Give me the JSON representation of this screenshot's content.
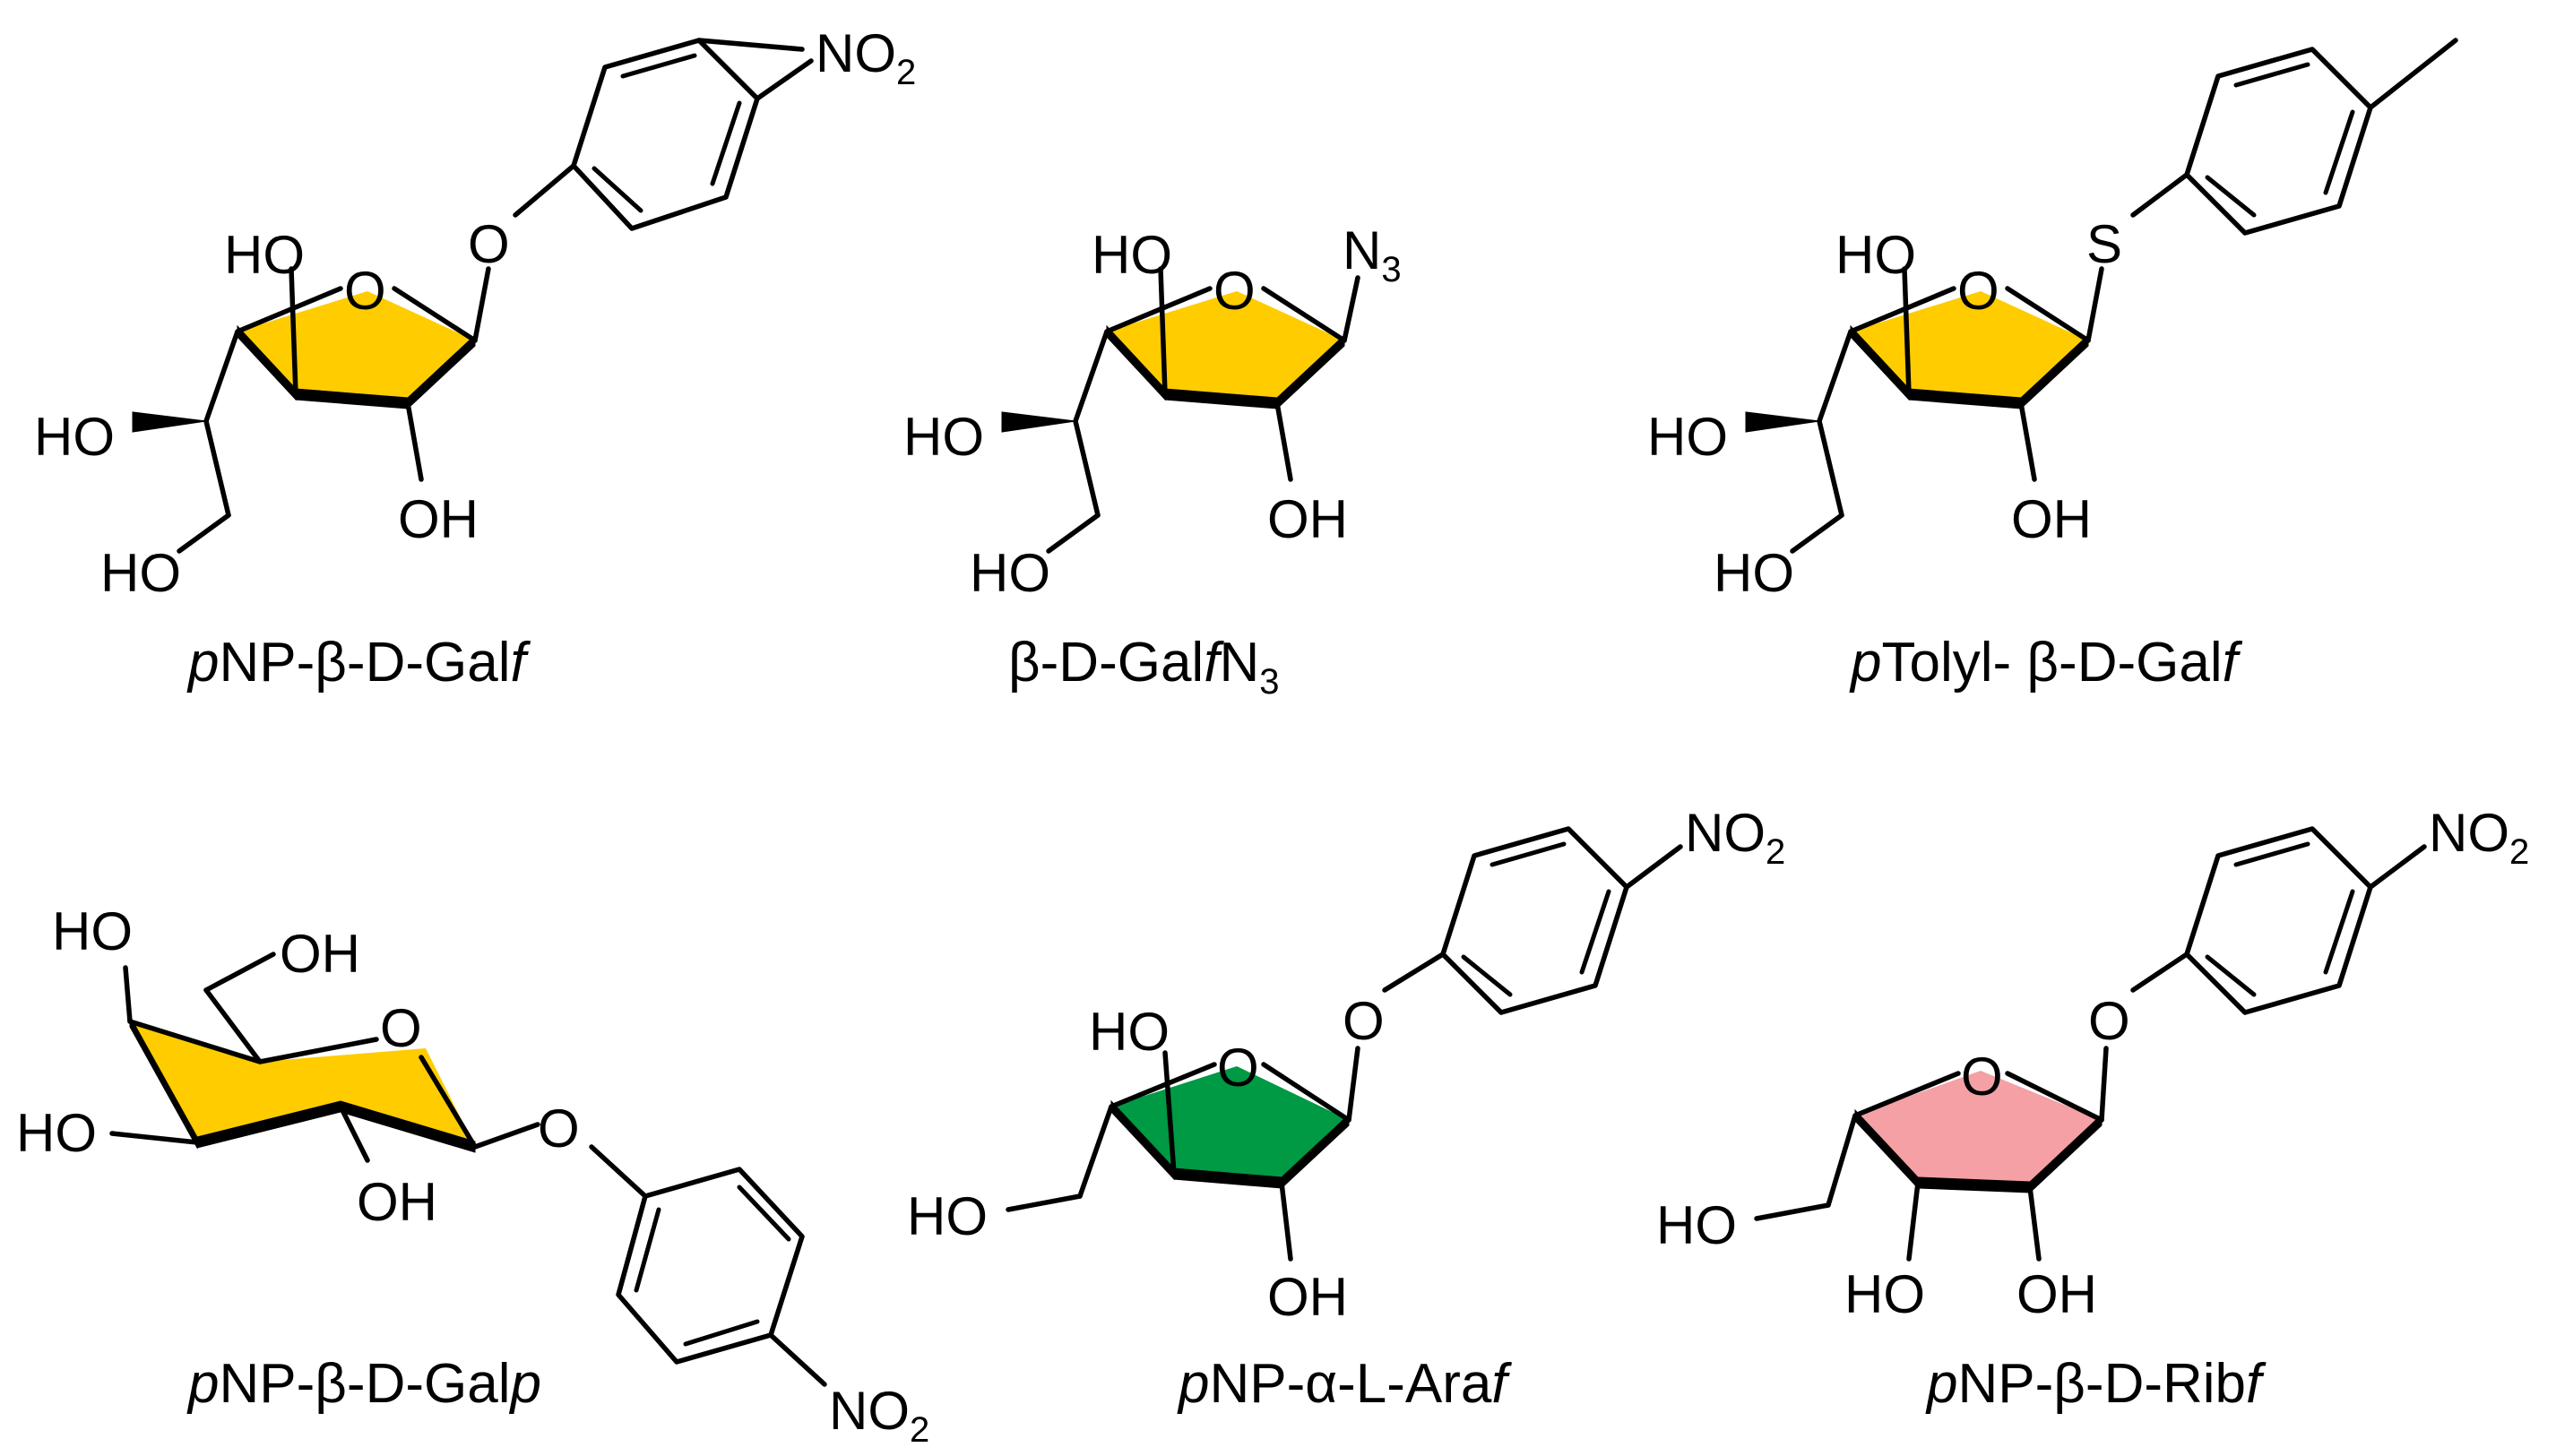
{
  "colors": {
    "galactose_ring": "#FFCC00",
    "arabinose_ring": "#009944",
    "ribose_ring": "#F4A0A5",
    "ink": "#000000"
  },
  "atoms": {
    "HO": "HO",
    "OH": "OH",
    "O": "O",
    "S": "S",
    "N": "N",
    "NO": "NO",
    "two": "2",
    "three": "3"
  },
  "compounds": [
    {
      "id": "pNP-b-D-Galf",
      "caption": {
        "p": "p",
        "main": "NP-β-D-Gal",
        "f": "f"
      }
    },
    {
      "id": "b-D-GalfN3",
      "caption": {
        "main": "β-D-Gal",
        "f": "f",
        "N": "N",
        "sub": "3"
      }
    },
    {
      "id": "pTolyl-b-D-Galf",
      "caption": {
        "p": "p",
        "main": "Tolyl- β-D-Gal",
        "f": "f"
      }
    },
    {
      "id": "pNP-b-D-Galp",
      "caption": {
        "p": "p",
        "main": "NP-β-D-Gal",
        "suffix": "p"
      }
    },
    {
      "id": "pNP-a-L-Araf",
      "caption": {
        "p": "p",
        "main": "NP-α-L-Ara",
        "f": "f"
      }
    },
    {
      "id": "pNP-b-D-Ribf",
      "caption": {
        "p": "p",
        "main": "NP-β-D-Rib",
        "f": "f"
      }
    }
  ]
}
